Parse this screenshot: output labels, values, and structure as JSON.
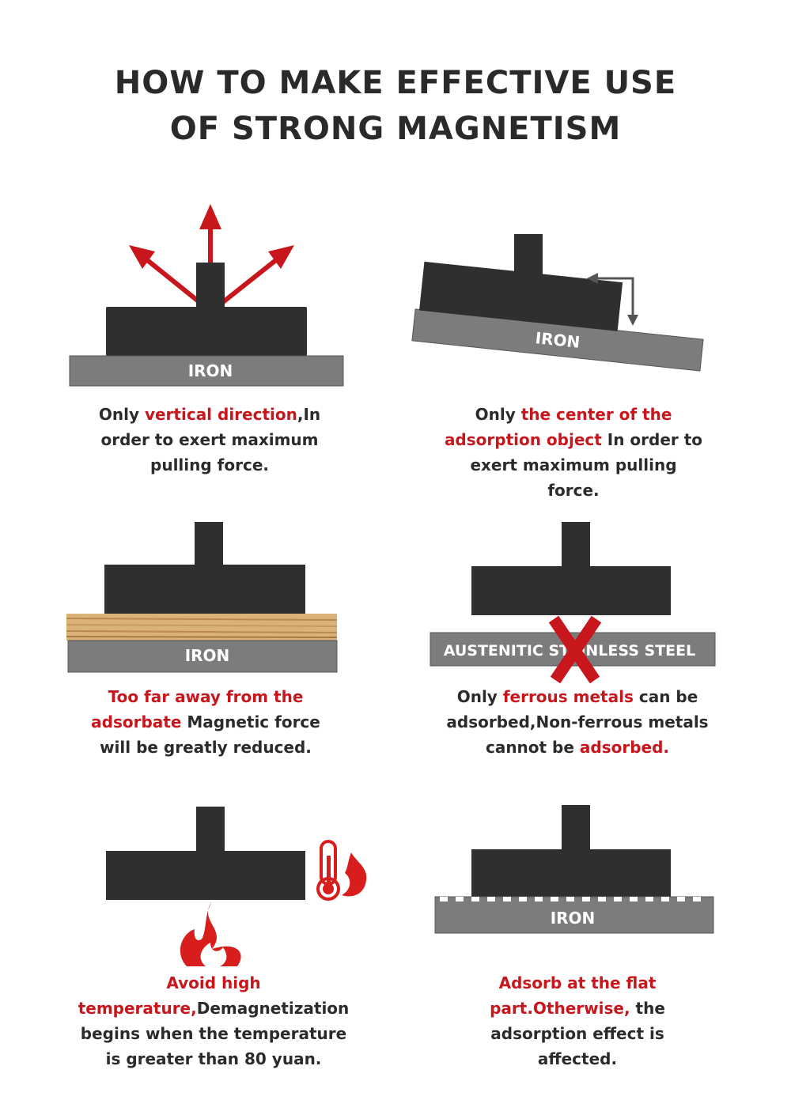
{
  "title": {
    "line1": "HOW TO MAKE EFFECTIVE USE",
    "line2": "OF STRONG MAGNETISM"
  },
  "colors": {
    "magnet": "#2f2f2f",
    "plate": "#7c7c7c",
    "accent": "#c8161d",
    "wood": "#d9b27a"
  },
  "panels": [
    {
      "plate_label": "IRON",
      "icon": "arrows-up-icon",
      "caption": [
        {
          "t": "Only ",
          "red": false
        },
        {
          "t": "vertical direction",
          "red": true
        },
        {
          "t": ",In order to exert maximum pulling force.",
          "red": false
        }
      ]
    },
    {
      "plate_label": "IRON",
      "icon": "shift-arrow-icon",
      "caption": [
        {
          "t": "Only ",
          "red": false
        },
        {
          "t": "the center of the adsorption object",
          "red": true
        },
        {
          "t": " In order to exert maximum pulling force.",
          "red": false
        }
      ]
    },
    {
      "plate_label": "IRON",
      "icon": "wood-layer-icon",
      "caption": [
        {
          "t": "Too far away from the adsorbate",
          "red": true
        },
        {
          "t": " Magnetic force will be greatly reduced.",
          "red": false
        }
      ]
    },
    {
      "plate_label": "AUSTENITIC STAINLESS STEEL",
      "icon": "cross-icon",
      "caption": [
        {
          "t": "Only ",
          "red": false
        },
        {
          "t": "ferrous metals",
          "red": true
        },
        {
          "t": " can be adsorbed,Non-ferrous metals cannot be ",
          "red": false
        },
        {
          "t": "adsorbed.",
          "red": true
        }
      ]
    },
    {
      "plate_label": "",
      "icon": "flame-thermometer-icon",
      "caption": [
        {
          "t": "Avoid high temperature,",
          "red": true
        },
        {
          "t": "Demagnetization begins when the temperature is greater than 80 yuan.",
          "red": false
        }
      ]
    },
    {
      "plate_label": "IRON",
      "icon": "uneven-surface-icon",
      "caption": [
        {
          "t": "Adsorb at the flat part.Otherwise,",
          "red": true
        },
        {
          "t": " the adsorption effect is affected.",
          "red": false
        }
      ]
    }
  ]
}
